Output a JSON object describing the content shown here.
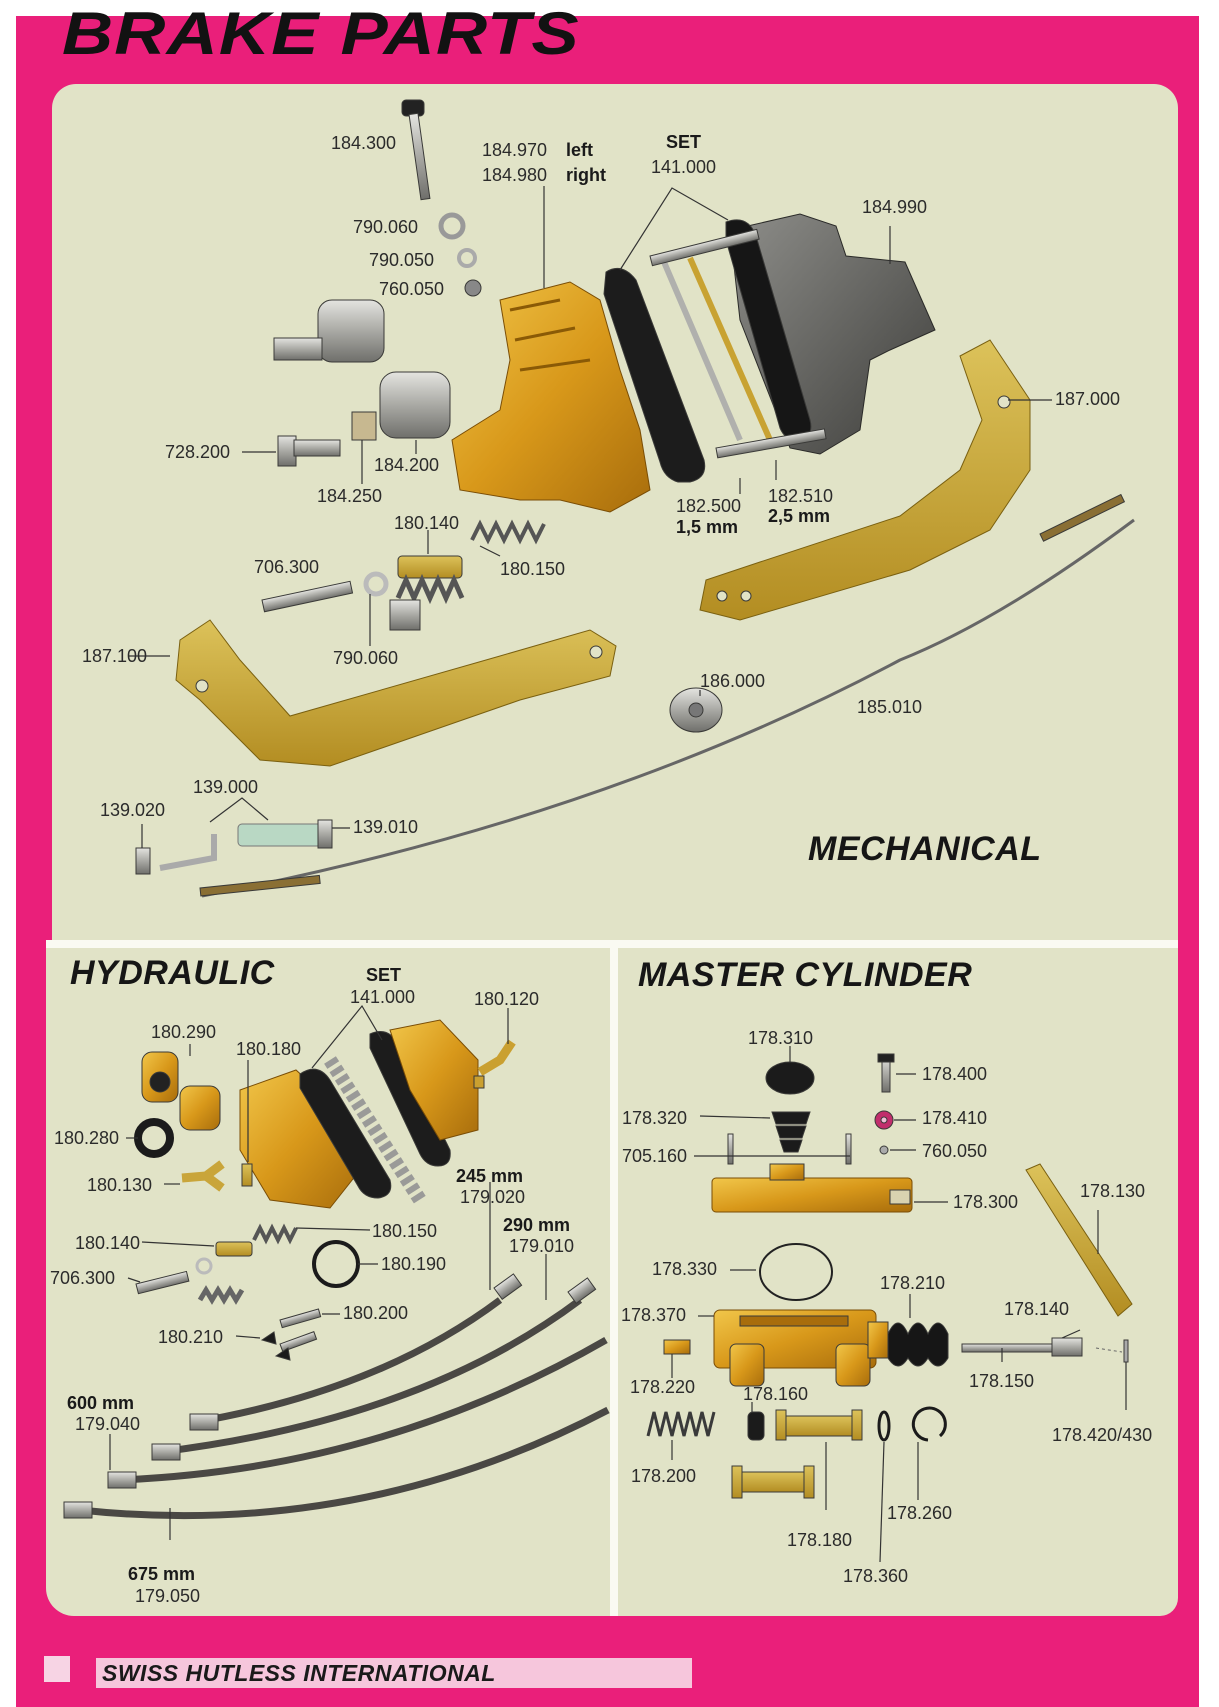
{
  "title": "BRAKE PARTS",
  "sections": {
    "mechanical": "MECHANICAL",
    "hydraulic": "HYDRAULIC",
    "master_cylinder": "MASTER CYLINDER"
  },
  "footer": "SWISS HUTLESS INTERNATIONAL",
  "colors": {
    "frame": "#ea1f7a",
    "panel": "#e1e3c7",
    "gold": "#d89c1c",
    "brass": "#c9a53a",
    "steel": "#9a9a98",
    "black": "#1b1b1b"
  },
  "labels": {
    "m_184300": "184.300",
    "m_184970": "184.970",
    "m_left": "left",
    "m_184980": "184.980",
    "m_right": "right",
    "m_set": "SET",
    "m_141000": "141.000",
    "m_184990": "184.990",
    "m_790060a": "790.060",
    "m_790050": "790.050",
    "m_760050": "760.050",
    "m_187000": "187.000",
    "m_728200": "728.200",
    "m_184200": "184.200",
    "m_184250": "184.250",
    "m_182500": "182.500",
    "m_15mm": "1,5 mm",
    "m_182510": "182.510",
    "m_25mm": "2,5 mm",
    "m_180140": "180.140",
    "m_180150": "180.150",
    "m_706300": "706.300",
    "m_790060b": "790.060",
    "m_187100": "187.100",
    "m_186000": "186.000",
    "m_185010": "185.010",
    "m_139000": "139.000",
    "m_139020": "139.020",
    "m_139010": "139.010",
    "h_set": "SET",
    "h_141000": "141.000",
    "h_180120": "180.120",
    "h_180290": "180.290",
    "h_180180": "180.180",
    "h_180280": "180.280",
    "h_180130": "180.130",
    "h_245mm": "245 mm",
    "h_179020": "179.020",
    "h_180150": "180.150",
    "h_290mm": "290 mm",
    "h_179010": "179.010",
    "h_180140": "180.140",
    "h_180190": "180.190",
    "h_706300": "706.300",
    "h_180200": "180.200",
    "h_180210": "180.210",
    "h_600mm": "600 mm",
    "h_179040": "179.040",
    "h_675mm": "675 mm",
    "h_179050": "179.050",
    "c_178310": "178.310",
    "c_178400": "178.400",
    "c_178320": "178.320",
    "c_178410": "178.410",
    "c_705160": "705.160",
    "c_760050": "760.050",
    "c_178300": "178.300",
    "c_178130": "178.130",
    "c_178330": "178.330",
    "c_178210": "178.210",
    "c_178370": "178.370",
    "c_178140": "178.140",
    "c_178220": "178.220",
    "c_178160": "178.160",
    "c_178150": "178.150",
    "c_178420": "178.420/430",
    "c_178200": "178.200",
    "c_178260": "178.260",
    "c_178180": "178.180",
    "c_178360": "178.360"
  }
}
